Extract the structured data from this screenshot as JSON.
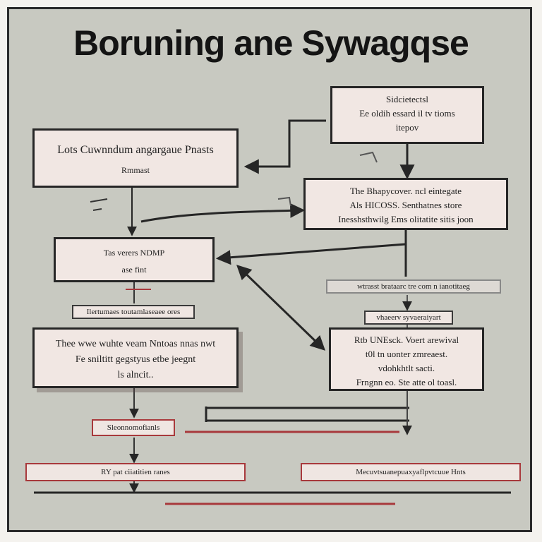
{
  "title": "Boruning ane Sywagqse",
  "boxes": {
    "top_right": {
      "line1": "Sidcietectsl",
      "line2": "Ee oldih essard il tv tioms",
      "line3": "itepov"
    },
    "left_top": {
      "line1": "Lots Cuwnndum angargaue Pnasts",
      "line2": "Rmmast"
    },
    "middle_right": {
      "line1": "The Bhapycover. ncl eintegate",
      "line2": "Als HICOSS. Senthatnes store",
      "line3": "Inesshsthwilg Ems olitatite sitis joon"
    },
    "middle_left": {
      "line1": "Tas verers NDMP",
      "line2": "ase fint"
    },
    "lower_left": {
      "line1": "Thee wwe wuhte veam Nntoas nnas nwt",
      "line2": "Fe sniltitt gegstyus etbe jeegnt",
      "line3": "ls alncit.."
    },
    "lower_right": {
      "line1": "Rtb UNEsck. Voert arewival",
      "line2": "t0l tn uonter zmreaest.",
      "line3": "vdohkhtlt sacti.",
      "line4": "Frngnn eo. Ste atte ol toasl."
    }
  },
  "tags": {
    "right_mid": "wtrasst brataarc tre com n ianotitaeg",
    "right_small": "vhaeerv syvaeraiyart",
    "left_mid": "Ilertumaes toutamlaseaee ores",
    "left_small": "Sleonnomofianls",
    "bottom_left": "RY pat ciiatitien ranes",
    "bottom_right": "Mecuvtsuanepuaxyaflpvtcuue Hnts"
  },
  "colors": {
    "panel": "#c8c9c1",
    "box": "#f1e7e3",
    "line": "#262626",
    "accent_red": "#a8393c"
  }
}
